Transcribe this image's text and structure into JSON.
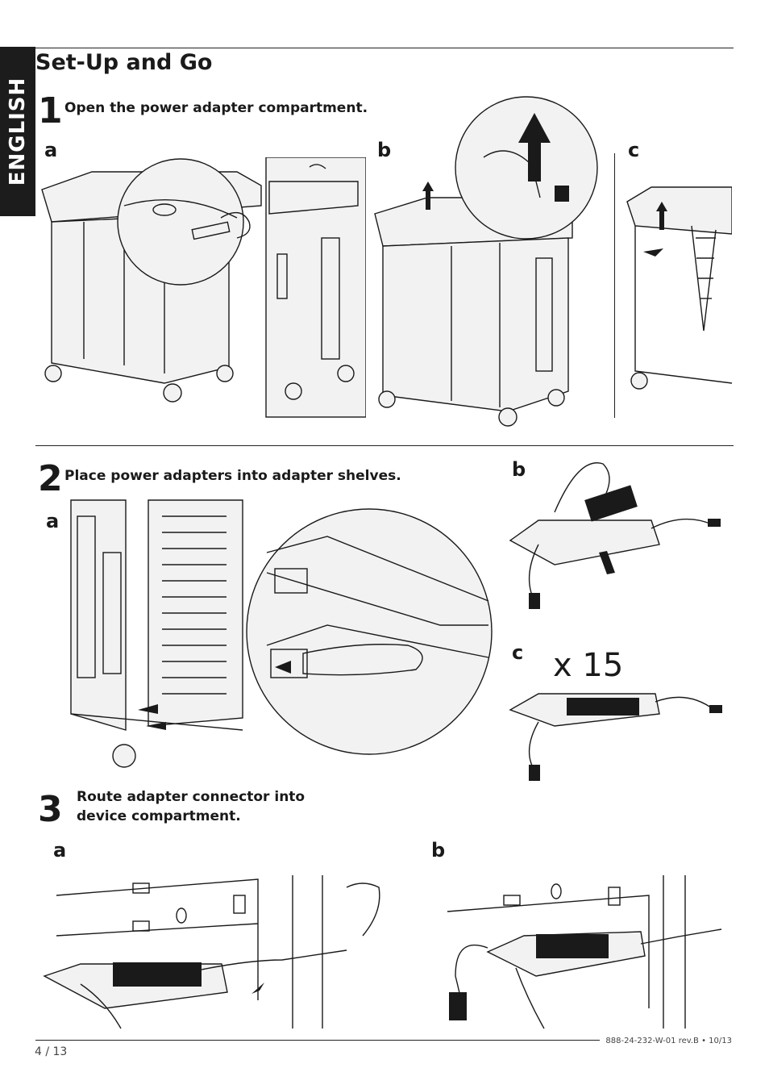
{
  "sidebar": {
    "language": "ENGLISH"
  },
  "page": {
    "title": "Set-Up and Go"
  },
  "steps": [
    {
      "number": "1",
      "text": "Open the power adapter compartment.",
      "labels": [
        "a",
        "b",
        "c"
      ]
    },
    {
      "number": "2",
      "text": "Place power adapters into adapter shelves.",
      "labels": [
        "a",
        "b",
        "c"
      ],
      "multiplier": "x 15"
    },
    {
      "number": "3",
      "text_line1": "Route adapter connector into",
      "text_line2": "device compartment.",
      "labels": [
        "a",
        "b"
      ]
    }
  ],
  "footer": {
    "page_number": "4 / 13",
    "doc_code": "888-24-232-W-01 rev.B • 10/13"
  }
}
